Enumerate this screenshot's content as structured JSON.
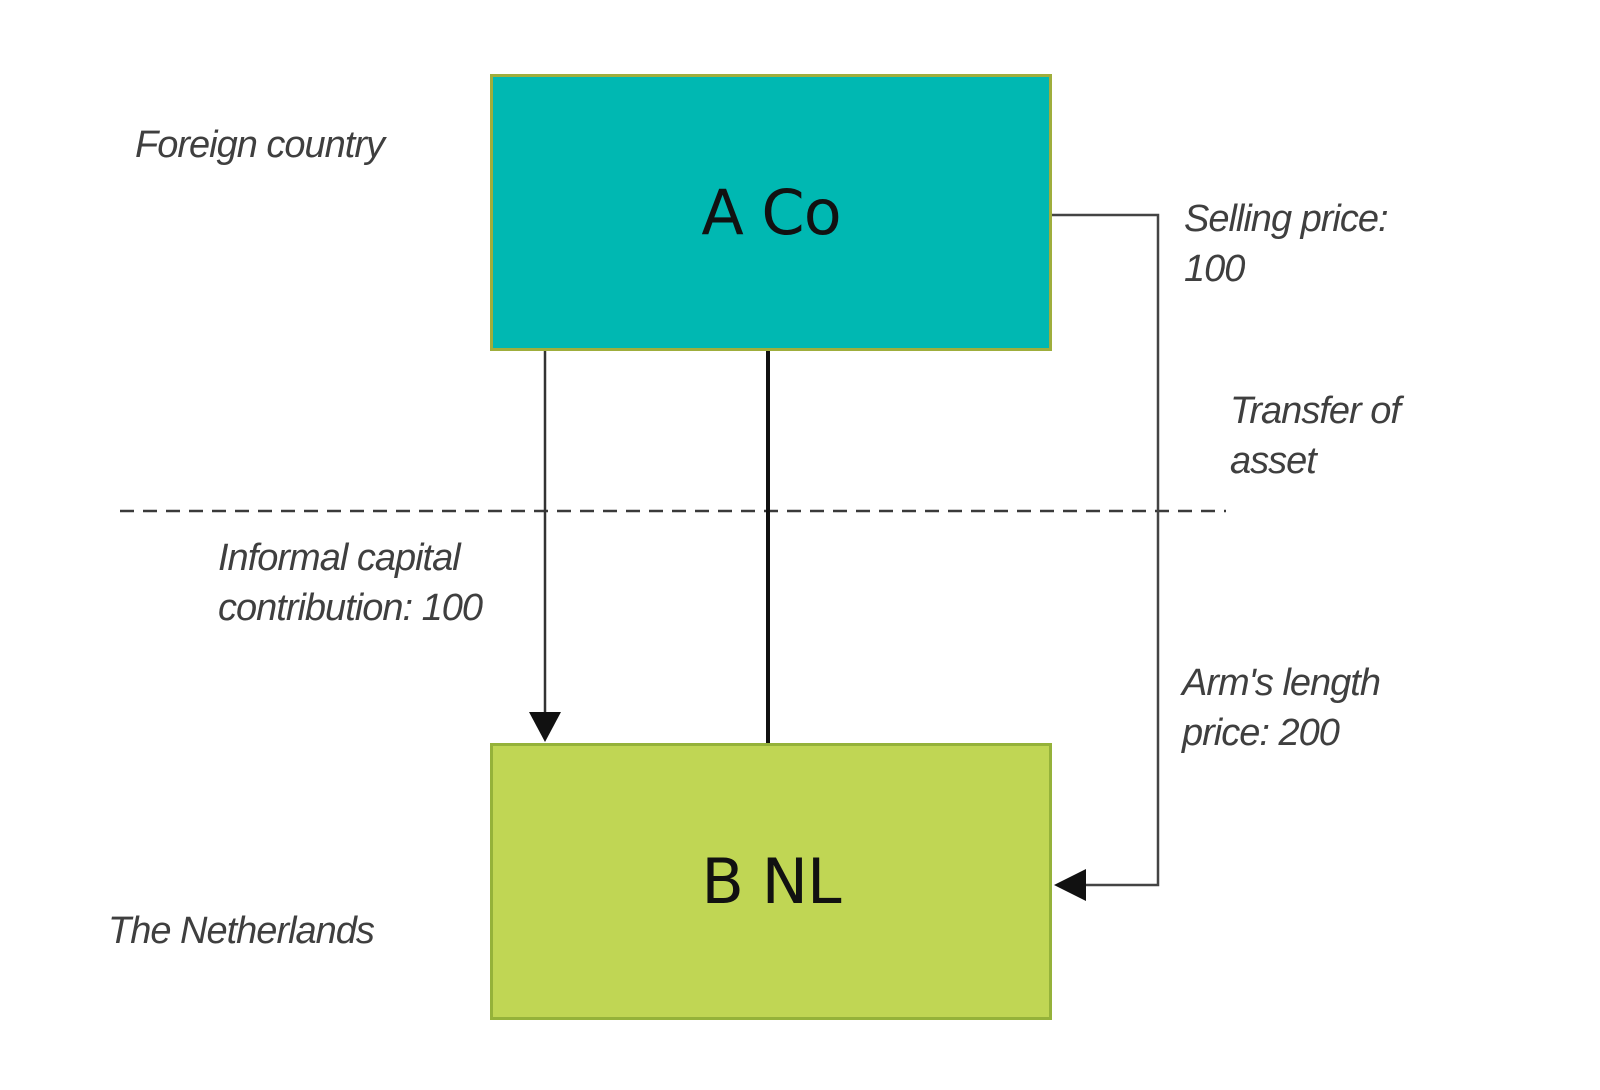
{
  "boxes": {
    "parent": {
      "label": "A Co",
      "color": "#00b8b2"
    },
    "subsidiary": {
      "label": "B NL",
      "color": "#c0d654"
    }
  },
  "regions": {
    "foreign": "Foreign country",
    "domestic": "The Netherlands"
  },
  "flows": {
    "selling_price": [
      "Selling price:",
      "100"
    ],
    "transfer_of_asset": [
      "Transfer of",
      "asset"
    ],
    "informal_capital_contribution": [
      "Informal capital",
      "contribution: 100"
    ],
    "arms_length_price": [
      "Arm's length",
      "price: 200"
    ]
  }
}
